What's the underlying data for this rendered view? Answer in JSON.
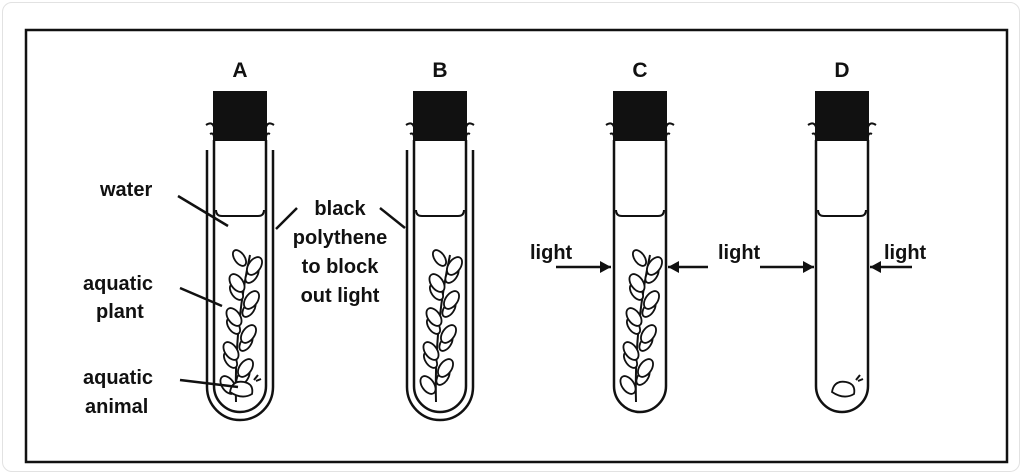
{
  "tubes": [
    {
      "letter": "A",
      "covered": true,
      "plant": true,
      "animal": true,
      "light_arrows": false
    },
    {
      "letter": "B",
      "covered": true,
      "plant": true,
      "animal": false,
      "light_arrows": false
    },
    {
      "letter": "C",
      "covered": false,
      "plant": true,
      "animal": false,
      "light_arrows": true
    },
    {
      "letter": "D",
      "covered": false,
      "plant": false,
      "animal": true,
      "light_arrows": true
    }
  ],
  "labels": {
    "water": "water",
    "plant_line1": "aquatic",
    "plant_line2": "plant",
    "animal_line1": "aquatic",
    "animal_line2": "animal",
    "poly_line1": "black",
    "poly_line2": "polythene",
    "poly_line3": "to block",
    "poly_line4": "out light",
    "light": "light"
  }
}
